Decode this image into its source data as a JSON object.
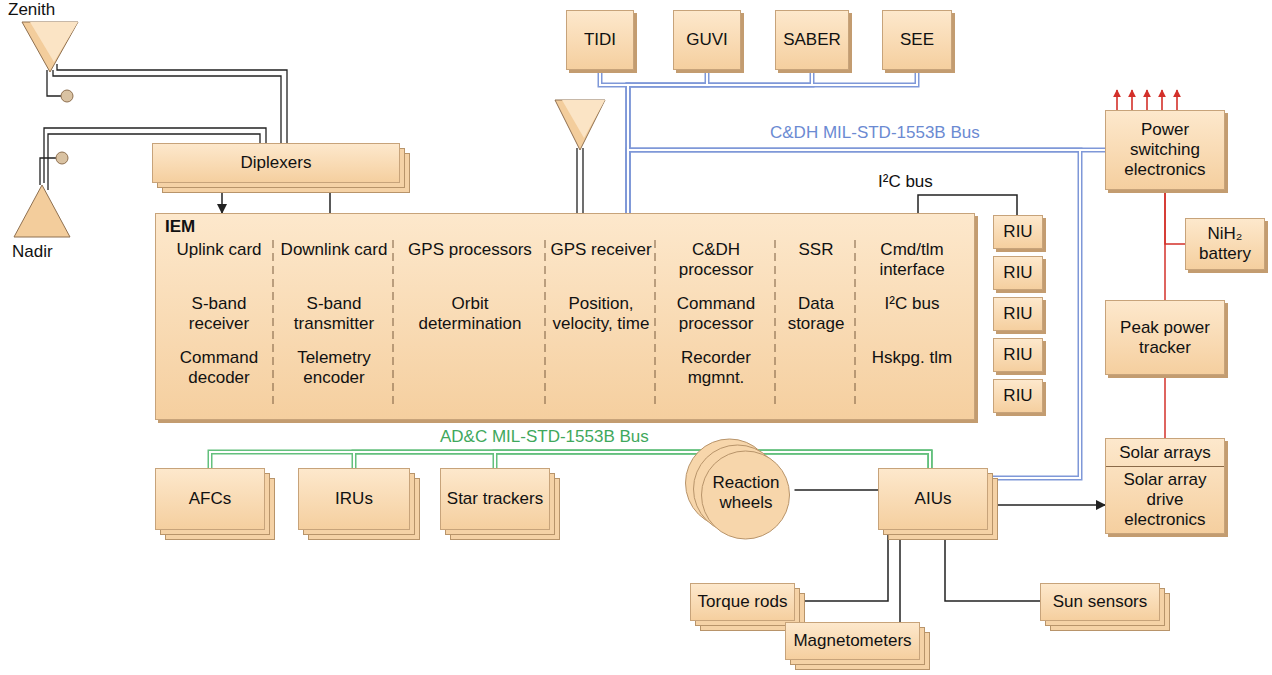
{
  "diagram": {
    "nodes": [
      {
        "text": [
          "TIDI"
        ]
      },
      {
        "text": [
          "GUVI"
        ]
      },
      {
        "text": [
          "SABER"
        ]
      },
      {
        "text": [
          "SEE"
        ]
      },
      {
        "text": [
          "Diplexers"
        ]
      },
      {
        "text": [
          "IEM",
          "Uplink card",
          "S-band receiver",
          "Command decoder",
          "Downlink card",
          "S-band transmitter",
          "Telemetry encoder",
          "GPS processors",
          "Orbit determination",
          "GPS receiver",
          "Position, velocity, time",
          "C&DH processor",
          "Command processor",
          "Recorder mgmnt.",
          "SSR",
          "Data storage",
          "Cmd/tlm interface",
          "I²C bus",
          "Hskpg. tlm"
        ]
      },
      {
        "text": [
          "RIU"
        ]
      },
      {
        "text": [
          "RIU"
        ]
      },
      {
        "text": [
          "RIU"
        ]
      },
      {
        "text": [
          "RIU"
        ]
      },
      {
        "text": [
          "RIU"
        ]
      },
      {
        "text": [
          "Power switching electronics"
        ]
      },
      {
        "text": [
          "NiH₂ battery"
        ]
      },
      {
        "text": [
          "Peak power tracker"
        ]
      },
      {
        "text": [
          "Solar arrays",
          "Solar array drive electronics"
        ]
      },
      {
        "text": [
          "AFCs"
        ]
      },
      {
        "text": [
          "IRUs"
        ]
      },
      {
        "text": [
          "Star trackers"
        ]
      },
      {
        "text": [
          "Reaction wheels"
        ]
      },
      {
        "text": [
          "AIUs"
        ]
      },
      {
        "text": [
          "Torque rods"
        ]
      },
      {
        "text": [
          "Magnetometers"
        ]
      },
      {
        "text": [
          "Sun sensors"
        ]
      }
    ],
    "edges": [
      {
        "from": 5,
        "to": 0,
        "arrow": "none"
      },
      {
        "from": 5,
        "to": 1,
        "arrow": "none"
      },
      {
        "from": 5,
        "to": 2,
        "arrow": "none"
      },
      {
        "from": 5,
        "to": 3,
        "arrow": "none"
      },
      {
        "from": 5,
        "to": 11,
        "arrow": "none"
      },
      {
        "from": 5,
        "to": 19,
        "arrow": "none"
      },
      {
        "from": 4,
        "to": 5,
        "arrow": "to"
      },
      {
        "from": 5,
        "to": 4,
        "arrow": "to"
      },
      {
        "from": 5,
        "to": 6,
        "arrow": "none"
      },
      {
        "from": 19,
        "to": 15,
        "arrow": "none"
      },
      {
        "from": 19,
        "to": 16,
        "arrow": "none"
      },
      {
        "from": 19,
        "to": 17,
        "arrow": "none"
      },
      {
        "from": 18,
        "to": 19,
        "arrow": "none"
      },
      {
        "from": 19,
        "to": 14,
        "arrow": "to"
      },
      {
        "from": 19,
        "to": 20,
        "arrow": "none"
      },
      {
        "from": 19,
        "to": 21,
        "arrow": "none"
      },
      {
        "from": 19,
        "to": 22,
        "arrow": "none"
      },
      {
        "from": 11,
        "to": 12,
        "arrow": "none"
      },
      {
        "from": 11,
        "to": 13,
        "arrow": "none"
      },
      {
        "from": 13,
        "to": 14,
        "arrow": "none"
      }
    ],
    "labels": [
      "Zenith",
      "Nadir",
      "C&DH MIL-STD-1553B Bus",
      "I²C bus",
      "AD&C MIL-STD-1553B Bus"
    ]
  }
}
